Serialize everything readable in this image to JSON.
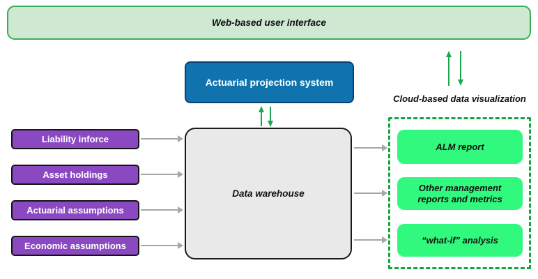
{
  "top_box": {
    "label": "Web-based user interface"
  },
  "projection_box": {
    "label": "Actuarial projection system"
  },
  "warehouse": {
    "label": "Data warehouse"
  },
  "inputs": {
    "items": [
      {
        "label": "Liability inforce"
      },
      {
        "label": "Asset holdings"
      },
      {
        "label": "Actuarial assumptions"
      },
      {
        "label": "Economic assumptions"
      }
    ]
  },
  "visualization": {
    "title": "Cloud-based data visualization",
    "items": [
      {
        "label": "ALM report"
      },
      {
        "label": "Other management reports and metrics"
      },
      {
        "label": "“what-if” analysis"
      }
    ]
  },
  "icons": {
    "gray_arrow": "right-arrow",
    "green_arrow_pair": "bidirectional-up-down-arrows"
  },
  "colors": {
    "top_box_fill": "#cee8d2",
    "top_box_border": "#3bae55",
    "blue_fill": "#1173ae",
    "blue_border": "#0d3e75",
    "purple_fill": "#8a49c1",
    "warehouse_fill": "#e9e9e9",
    "bright_green_fill": "#31f97e",
    "dashed_border_green": "#13a53e",
    "arrow_green": "#1aa74f",
    "arrow_gray": "#a6a6a6"
  }
}
